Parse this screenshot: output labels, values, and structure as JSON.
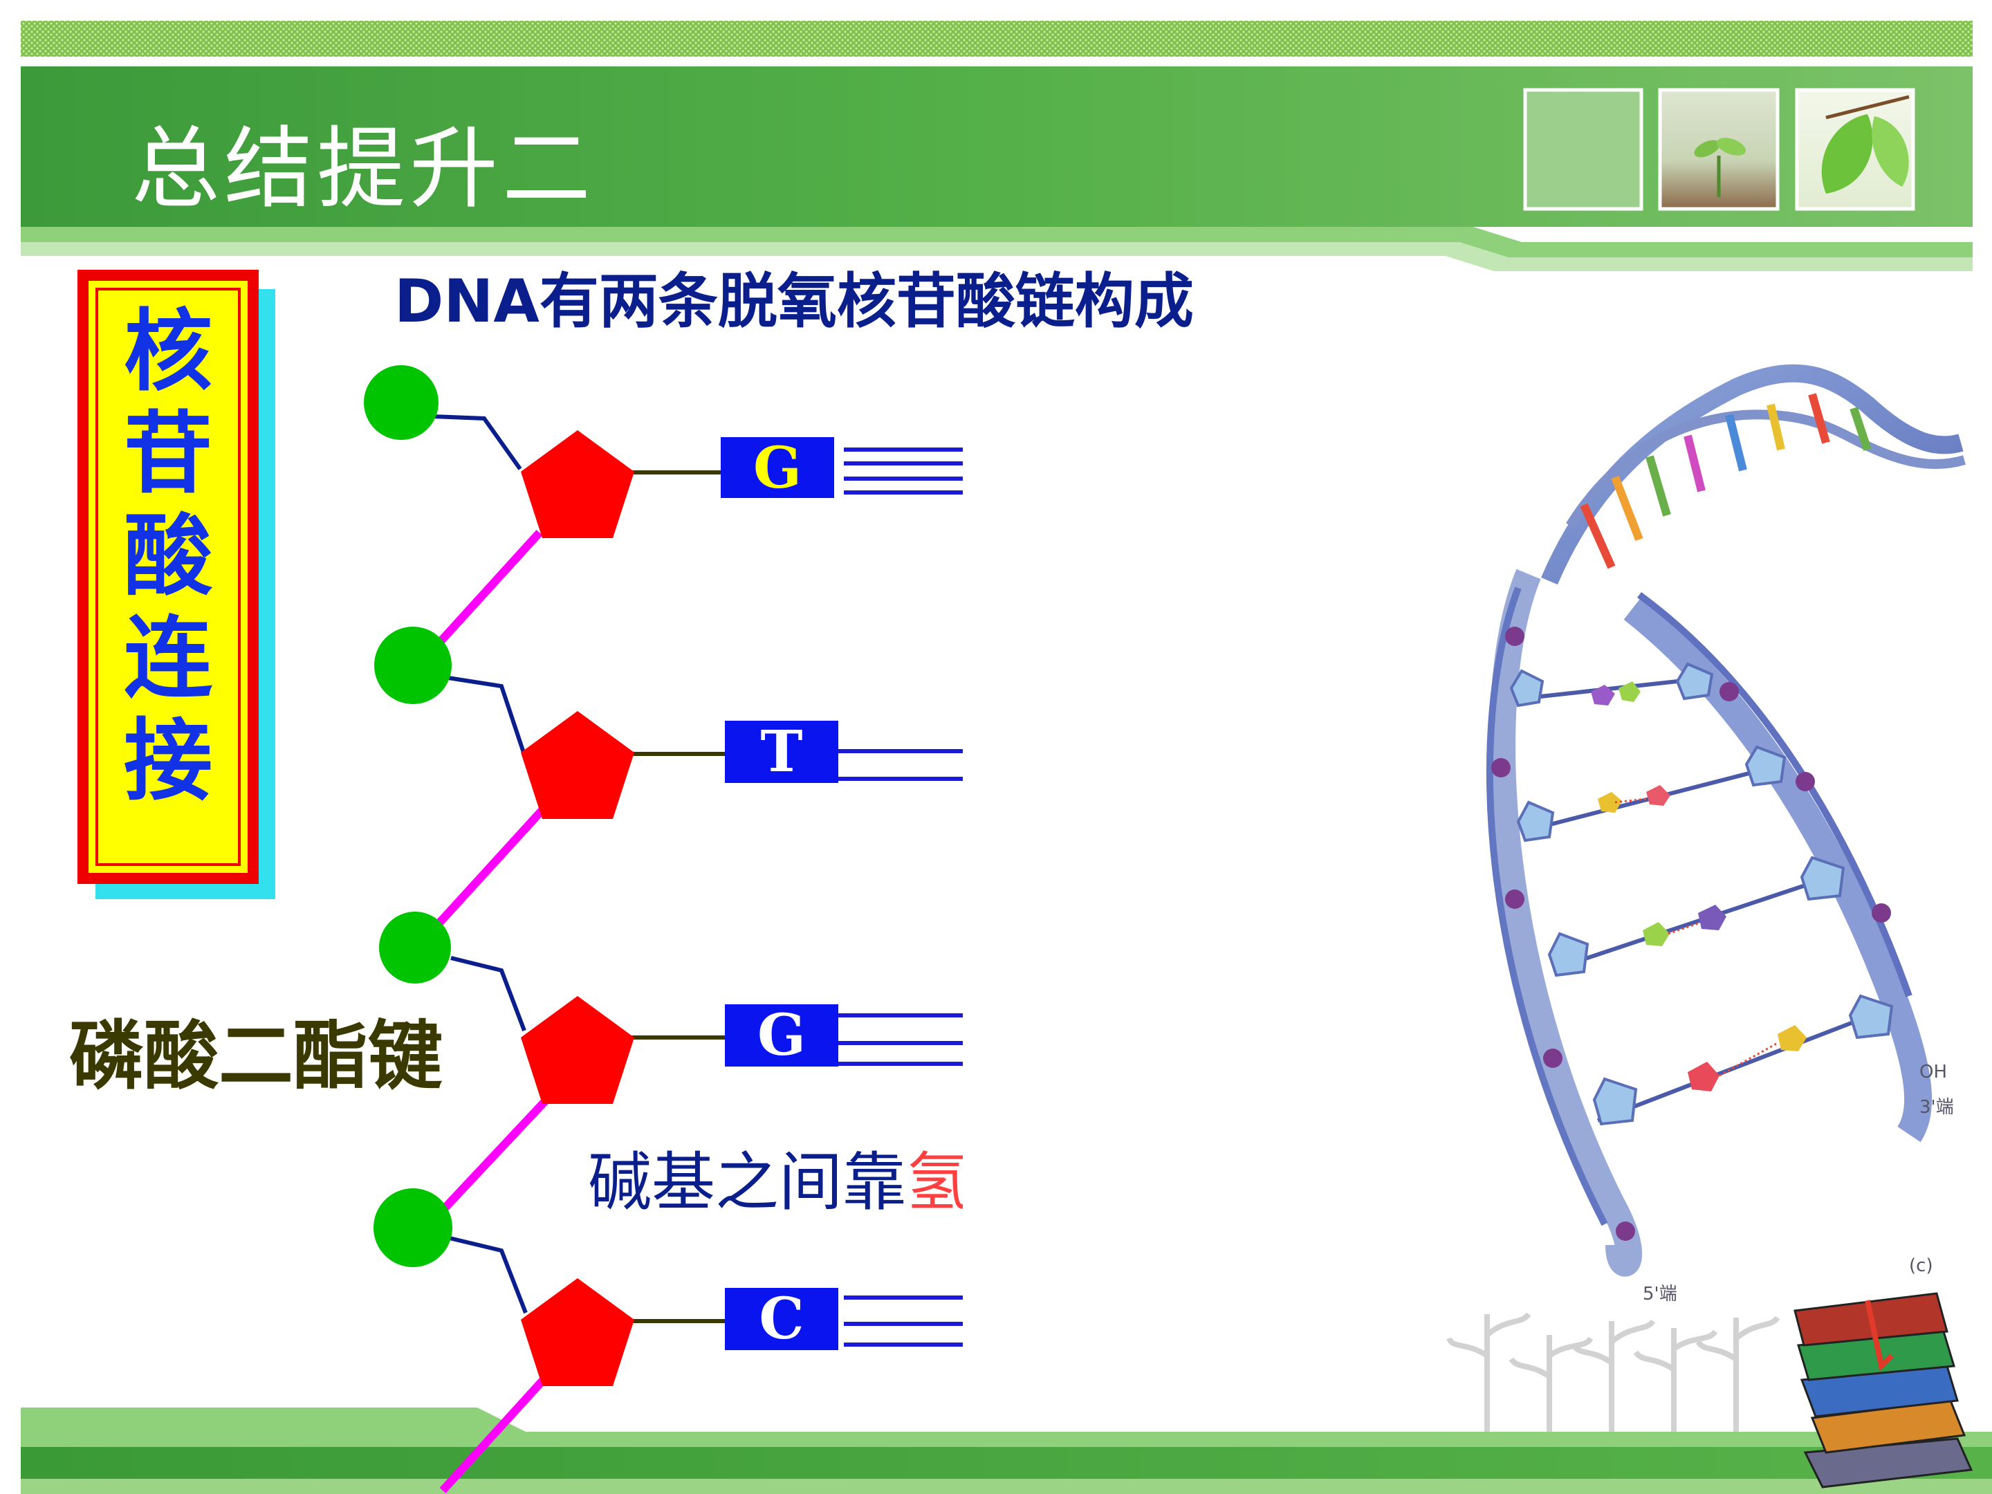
{
  "title": "总结提升二",
  "heading": "DNA有两条脱氧核苷酸链构成",
  "vertical_label": [
    "核",
    "苷",
    "酸",
    "连",
    "接"
  ],
  "bond_label": "磷酸二酯键",
  "hbond_text": {
    "prefix": "碱基之间靠",
    "highlight": "氢"
  },
  "bases": [
    "G",
    "T",
    "G",
    "C"
  ],
  "helix_labels": {
    "oh": "OH",
    "end3": "3'端",
    "end5": "5'端",
    "panel": "(c)"
  },
  "colors": {
    "header_green": "#4faf45",
    "phosphate": "#00c400",
    "sugar": "#ff0000",
    "backbone_bond": "#ff00ff",
    "base_box": "#0a14ee",
    "hbond_lines": "#1a1ad8"
  }
}
